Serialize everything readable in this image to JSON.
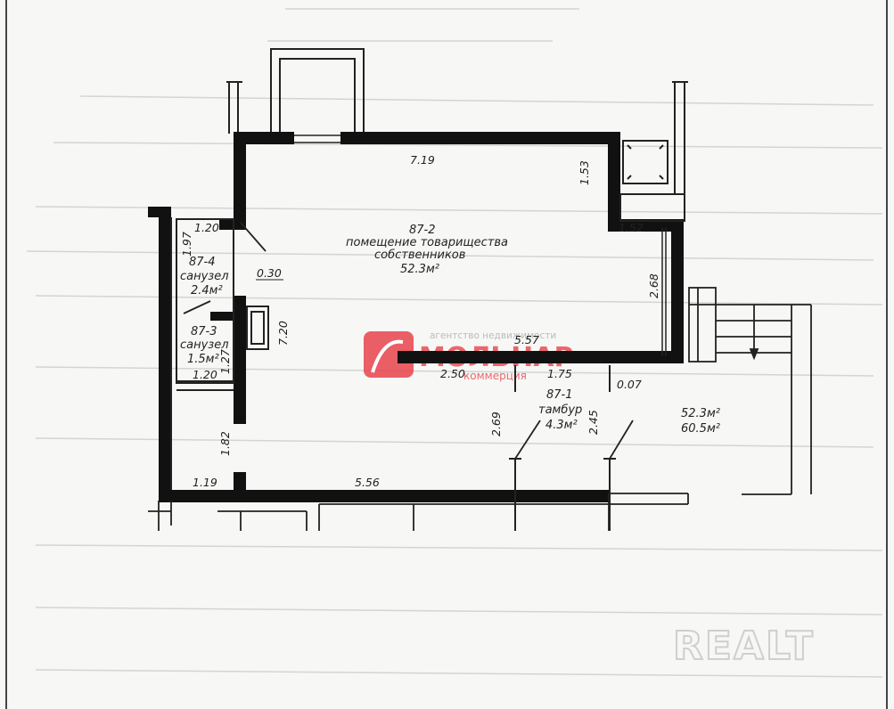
{
  "rooms": {
    "r87_2": {
      "number": "87-2",
      "name_line1": "помещение товарищества",
      "name_line2": "собственников",
      "area": "52.3м²"
    },
    "r87_4": {
      "number": "87-4",
      "name": "санузел",
      "area": "2.4м²"
    },
    "r87_3": {
      "number": "87-3",
      "name": "санузел",
      "area": "1.5м²"
    },
    "r87_1": {
      "number": "87-1",
      "name": "тамбур",
      "area": "4.3м²"
    }
  },
  "totals": {
    "area_line1": "52.3м²",
    "area_line2": "60.5м²"
  },
  "dimensions": {
    "d_7_19": "7.19",
    "d_1_53": "1.53",
    "d_1_52": "1.52",
    "d_2_68": "2.68",
    "d_5_57": "5.57",
    "d_2_50": "2.50",
    "d_1_75": "1.75",
    "d_0_07": "0.07",
    "d_2_69": "2.69",
    "d_2_45": "2.45",
    "d_1_20_top": "1.20",
    "d_1_97": "1.97",
    "d_0_30": "0.30",
    "d_7_20": "7.20",
    "d_1_27": "1.27",
    "d_1_20_bottom": "1.20",
    "d_1_82": "1.82",
    "d_1_19": "1.19",
    "d_5_56": "5.56"
  },
  "watermarks": {
    "agency_caption": "агентство недвижимости",
    "agency_name": "МОЛЬНАР",
    "agency_sub": "коммерция",
    "site_logo": "REALT"
  },
  "colors": {
    "wall": "#111111",
    "line": "#222222",
    "watermark_red": "#e8434b",
    "watermark_gray": "#d8d8d8"
  }
}
